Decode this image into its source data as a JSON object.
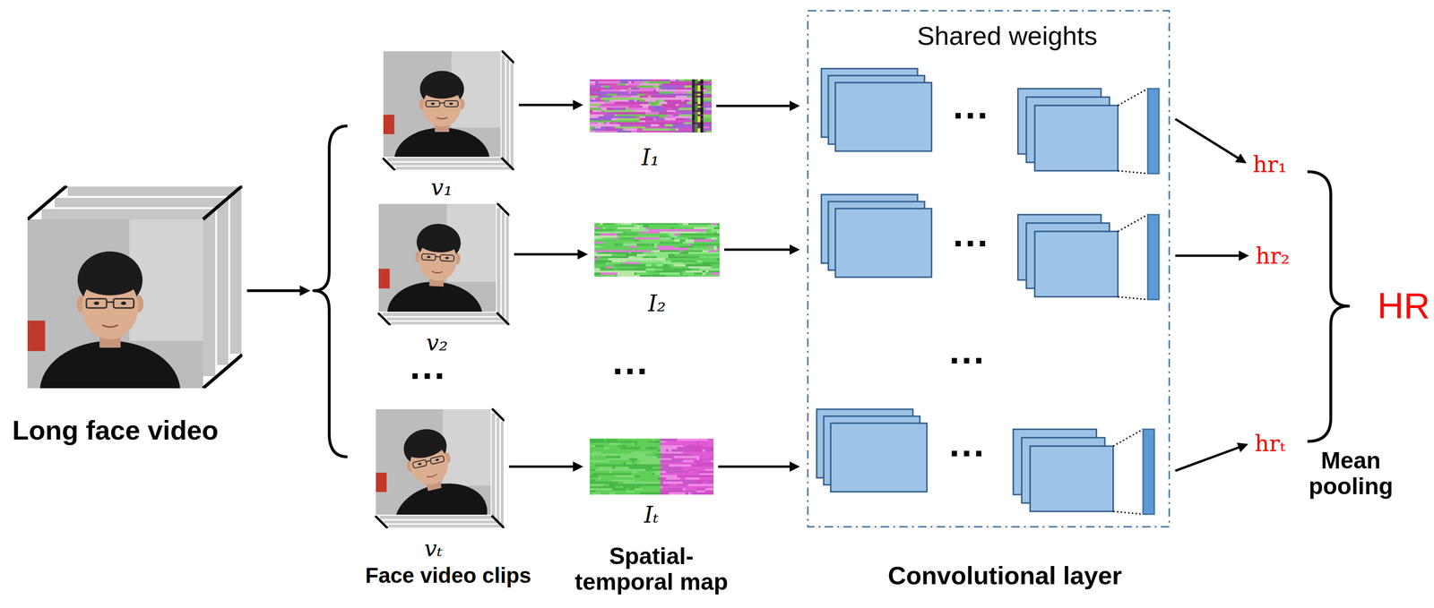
{
  "diagram": {
    "nodes": [
      {
        "text": [
          "Long face video"
        ]
      },
      {
        "text": [
          "v₁"
        ]
      },
      {
        "text": [
          "v₂"
        ]
      },
      {
        "text": [
          "vₜ"
        ]
      },
      {
        "text": [
          "I₁"
        ]
      },
      {
        "text": [
          "I₂"
        ]
      },
      {
        "text": [
          "Iₜ"
        ]
      },
      {
        "text": [
          "Shared weights",
          "Convolutional layer"
        ]
      },
      {
        "text": [
          "hr₁"
        ]
      },
      {
        "text": [
          "hr₂"
        ]
      },
      {
        "text": [
          "hrₜ"
        ]
      }
    ],
    "edges": [
      {
        "from": 0,
        "to": 1,
        "arrow": "to"
      },
      {
        "from": 0,
        "to": 2,
        "arrow": "to"
      },
      {
        "from": 0,
        "to": 3,
        "arrow": "to"
      },
      {
        "from": 1,
        "to": 4,
        "arrow": "to"
      },
      {
        "from": 2,
        "to": 5,
        "arrow": "to"
      },
      {
        "from": 3,
        "to": 6,
        "arrow": "to"
      },
      {
        "from": 4,
        "to": 7,
        "arrow": "to"
      },
      {
        "from": 5,
        "to": 7,
        "arrow": "to"
      },
      {
        "from": 6,
        "to": 7,
        "arrow": "to"
      },
      {
        "from": 7,
        "to": 8,
        "arrow": "to"
      },
      {
        "from": 7,
        "to": 9,
        "arrow": "to"
      },
      {
        "from": 7,
        "to": 10,
        "arrow": "to"
      }
    ],
    "labels": [
      "...",
      "...",
      "...",
      "...",
      "...",
      "...",
      "Face video clips",
      "Spatial-temporal map",
      "Mean pooling",
      "HR"
    ]
  }
}
